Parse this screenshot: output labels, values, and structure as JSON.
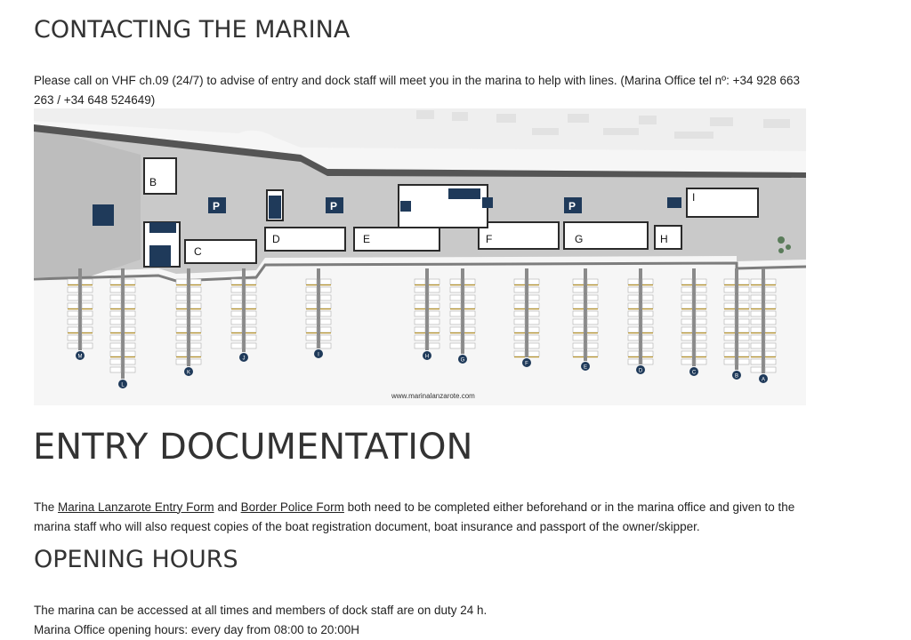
{
  "contact": {
    "heading": "CONTACTING THE MARINA",
    "text": "Please call on VHF ch.09 (24/7) to advise of entry and dock staff will meet you in the marina to help with lines. (Marina Office tel nº: +34 928 663 263 / +34 648 524649)"
  },
  "map": {
    "buildings": [
      "B",
      "C",
      "D",
      "E",
      "F",
      "G",
      "H",
      "I"
    ],
    "parking_symbol": "P",
    "pontoons": [
      "M",
      "L",
      "K",
      "J",
      "I",
      "H",
      "G",
      "F",
      "E",
      "D",
      "C",
      "B",
      "A"
    ],
    "website": "www.marinalanzarote.com"
  },
  "entry": {
    "heading": "ENTRY DOCUMENTATION",
    "text_1": "The ",
    "link_1": "Marina Lanzarote Entry Form",
    "text_2": " and ",
    "link_2": "Border Police Form",
    "text_3": " both need to be completed either beforehand or in the marina office and given to the marina staff who will also request copies of the boat registration document, boat insurance and passport of the owner/skipper."
  },
  "hours": {
    "heading": "OPENING HOURS",
    "line_1": "The marina can be accessed at all times and members of dock staff are on duty 24 h.",
    "line_2": "Marina Office opening  hours: every day from 08:00 to 20:00H"
  },
  "colors": {
    "navy": "#1f3a5a",
    "gold": "#b8962e",
    "gray_dark": "#8a8a8a",
    "gray_mid": "#cfcfcf"
  }
}
